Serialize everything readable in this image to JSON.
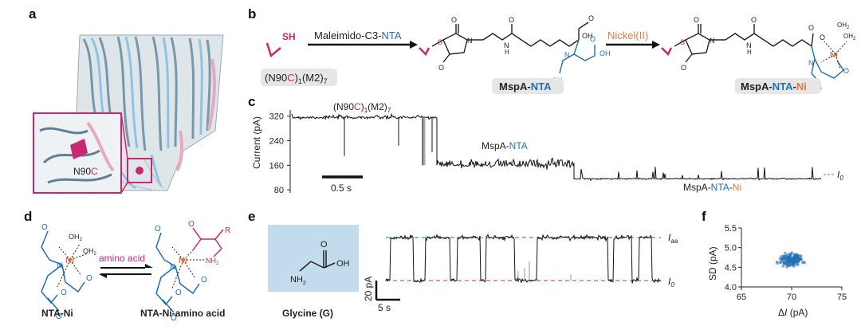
{
  "panels": {
    "a": {
      "label": "a",
      "residue": "N90",
      "residue_c": "C"
    },
    "b": {
      "label": "b",
      "sh": "SH",
      "reagent1_prefix": "Maleimido-C3-",
      "reagent1_suffix": "NTA",
      "reagent2": "Nickel(II)",
      "mutant_prefix": "(N90",
      "mutant_c": "C",
      "mutant_mid": ")",
      "mutant_sub1": "1",
      "mutant_m2": "(M2)",
      "mutant_sub2": "7",
      "product1_prefix": "MspA-",
      "product1_suffix": "NTA",
      "product2_prefix": "MspA-",
      "product2_mid": "NTA",
      "product2_dash": "-",
      "product2_suffix": "Ni",
      "atoms": {
        "o": "O",
        "oh": "OH",
        "n": "N",
        "h": "H",
        "s": "S",
        "ni": "Ni",
        "oh2": "OH",
        "sub2": "2"
      }
    },
    "c": {
      "label": "c",
      "ylabel": "Current (pA)",
      "yticks": [
        "320",
        "240",
        "160",
        "80"
      ],
      "scalebar": "0.5 s",
      "seg1_prefix": "(N90",
      "seg1_c": "C",
      "seg1_mid": ")",
      "seg1_sub1": "1",
      "seg1_m2": "(M2)",
      "seg1_sub2": "7",
      "seg2_prefix": "MspA-",
      "seg2_suffix": "NTA",
      "seg3_prefix": "MspA-",
      "seg3_mid": "NTA",
      "seg3_dash": "-",
      "seg3_suffix": "Ni",
      "i0": "I",
      "i0_sub": "0"
    },
    "d": {
      "label": "d",
      "left_name": "NTA-Ni",
      "right_name": "NTA-Ni-amino acid",
      "arrow_label": "amino acid",
      "atoms": {
        "o": "O",
        "n": "N",
        "ni": "Ni",
        "oh": "OH",
        "sub2": "2",
        "nh": "NH",
        "r": "R"
      }
    },
    "e": {
      "label": "e",
      "molecule_name": "Glycine (G)",
      "atoms": {
        "o": "O",
        "oh": "OH",
        "nh": "NH",
        "sub2": "2"
      },
      "scale_y": "20 pA",
      "scale_x": "5 s",
      "iaa": "I",
      "iaa_sub": "aa",
      "i0": "I",
      "i0_sub": "0"
    },
    "f": {
      "label": "f",
      "ylabel": "SD (pA)",
      "xlabel_delta": "Δ",
      "xlabel_i": "I",
      "xlabel_unit": " (pA)",
      "xticks": [
        "65",
        "70",
        "75"
      ],
      "yticks": [
        "5.5",
        "5.0",
        "4.5",
        "4.0"
      ]
    }
  },
  "colors": {
    "magenta": "#c8286e",
    "blue": "#1f6fb5",
    "orange": "#e07a40",
    "box": "#c2dcee",
    "text": "#222222"
  },
  "chart_data": [
    {
      "type": "line",
      "panel": "c",
      "ylabel": "Current (pA)",
      "ylim": [
        70,
        340
      ],
      "segments": [
        {
          "name": "(N90C)1(M2)7",
          "level_pA": 316
        },
        {
          "name": "MspA-NTA",
          "level_pA": 160
        },
        {
          "name": "MspA-NTA-Ni",
          "level_pA": 116
        }
      ]
    },
    {
      "type": "line",
      "panel": "e",
      "levels": [
        {
          "name": "Iaa",
          "value": 1
        },
        {
          "name": "I0",
          "value": 0
        }
      ]
    },
    {
      "type": "scatter",
      "panel": "f",
      "xlabel": "ΔI (pA)",
      "ylabel": "SD (pA)",
      "xlim": [
        65,
        75
      ],
      "ylim": [
        4.0,
        5.5
      ],
      "center": {
        "x": 70.0,
        "y": 4.68
      },
      "spread": {
        "x": 0.9,
        "y": 0.12
      },
      "n_points": 160
    }
  ]
}
